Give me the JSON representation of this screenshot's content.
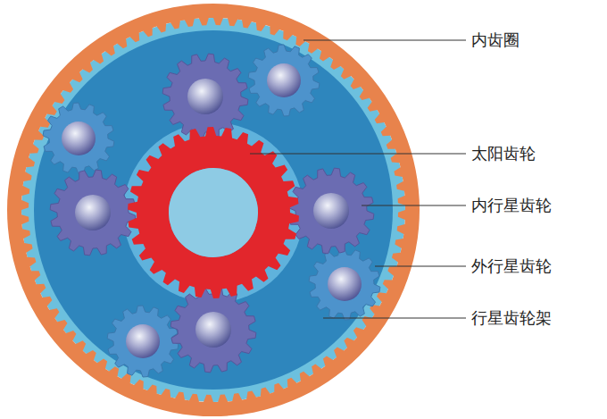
{
  "diagram": {
    "labels": [
      "内齿圈",
      "太阳齿轮",
      "内行星齿轮",
      "外行星齿轮",
      "行星齿轮架"
    ]
  }
}
